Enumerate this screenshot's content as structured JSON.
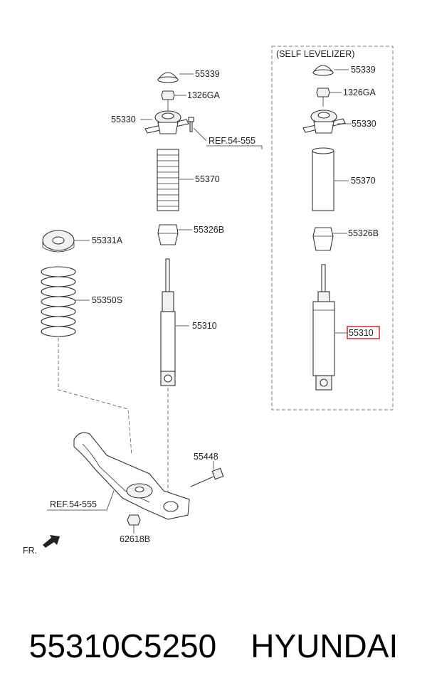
{
  "group": {
    "title": "(SELF LEVELIZER)"
  },
  "left": {
    "p55339": "55339",
    "p1326ga": "1326GA",
    "p55330": "55330",
    "ref_top": "REF.54-555",
    "p55370": "55370",
    "p55326b": "55326B",
    "p55331a": "55331A",
    "p55350s": "55350S",
    "p55310": "55310",
    "p55448": "55448",
    "ref_bottom": "REF.54-555",
    "p62618b": "62618B",
    "fr": "FR."
  },
  "right": {
    "p55339": "55339",
    "p1326ga": "1326GA",
    "p55330": "55330",
    "p55370": "55370",
    "p55326b": "55326B",
    "p55310": "55310"
  },
  "highlight_color": "#e0202a",
  "footer": {
    "part_number": "55310C5250",
    "brand": "HYUNDAI"
  }
}
